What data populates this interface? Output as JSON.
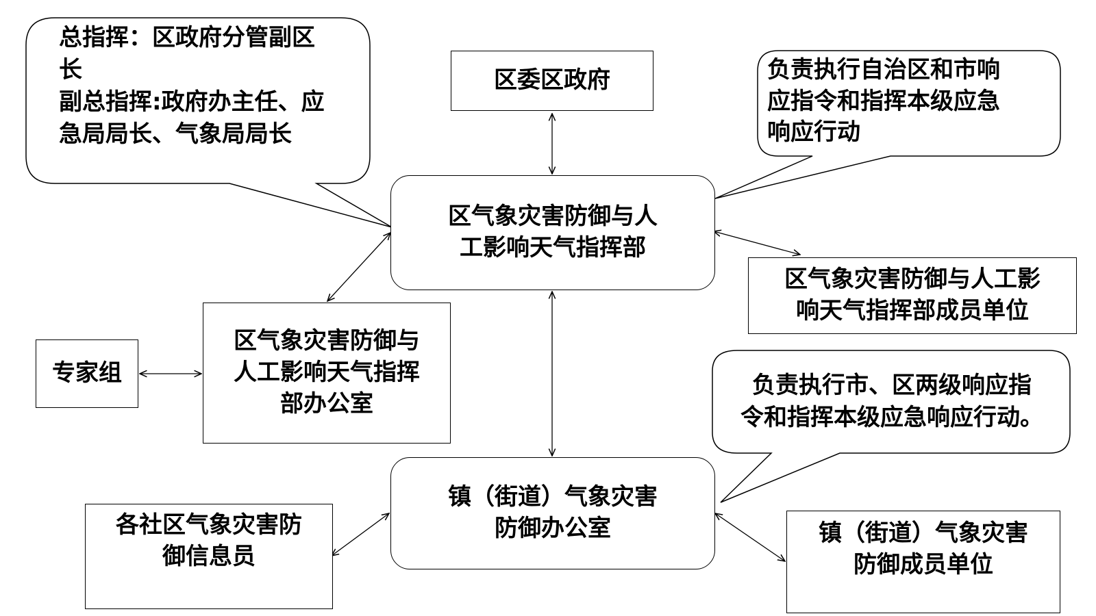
{
  "nodes": {
    "committee": "区委区政府",
    "hq_line1": "区气象灾害防御与人",
    "hq_line2": "工影响天气指挥部",
    "members_line1": "区气象灾害防御与人工影",
    "members_line2": "响天气指挥部成员单位",
    "office_line1": "区气象灾害防御与",
    "office_line2": "人工影响天气指挥",
    "office_line3": "部办公室",
    "experts": "专家组",
    "town_office_line1": "镇（街道）气象灾害",
    "town_office_line2": "防御办公室",
    "informants_line1": "各社区气象灾害防",
    "informants_line2": "御信息员",
    "town_members_line1": "镇（街道）气象灾害",
    "town_members_line2": "防御成员单位"
  },
  "callouts": {
    "leadership_line1": "总指挥：区政府分管副区",
    "leadership_line2": "长",
    "leadership_line3": "副总指挥:政府办主任、应",
    "leadership_line4": "急局局长、气象局局长",
    "hq_duty_line1": "负责执行自治区和市响",
    "hq_duty_line2": "应指令和指挥本级应急",
    "hq_duty_line3": "响应行动",
    "town_duty_line1": "负责执行市、区两级响应指",
    "town_duty_line2": "令和指挥本级应急响应行动。"
  }
}
